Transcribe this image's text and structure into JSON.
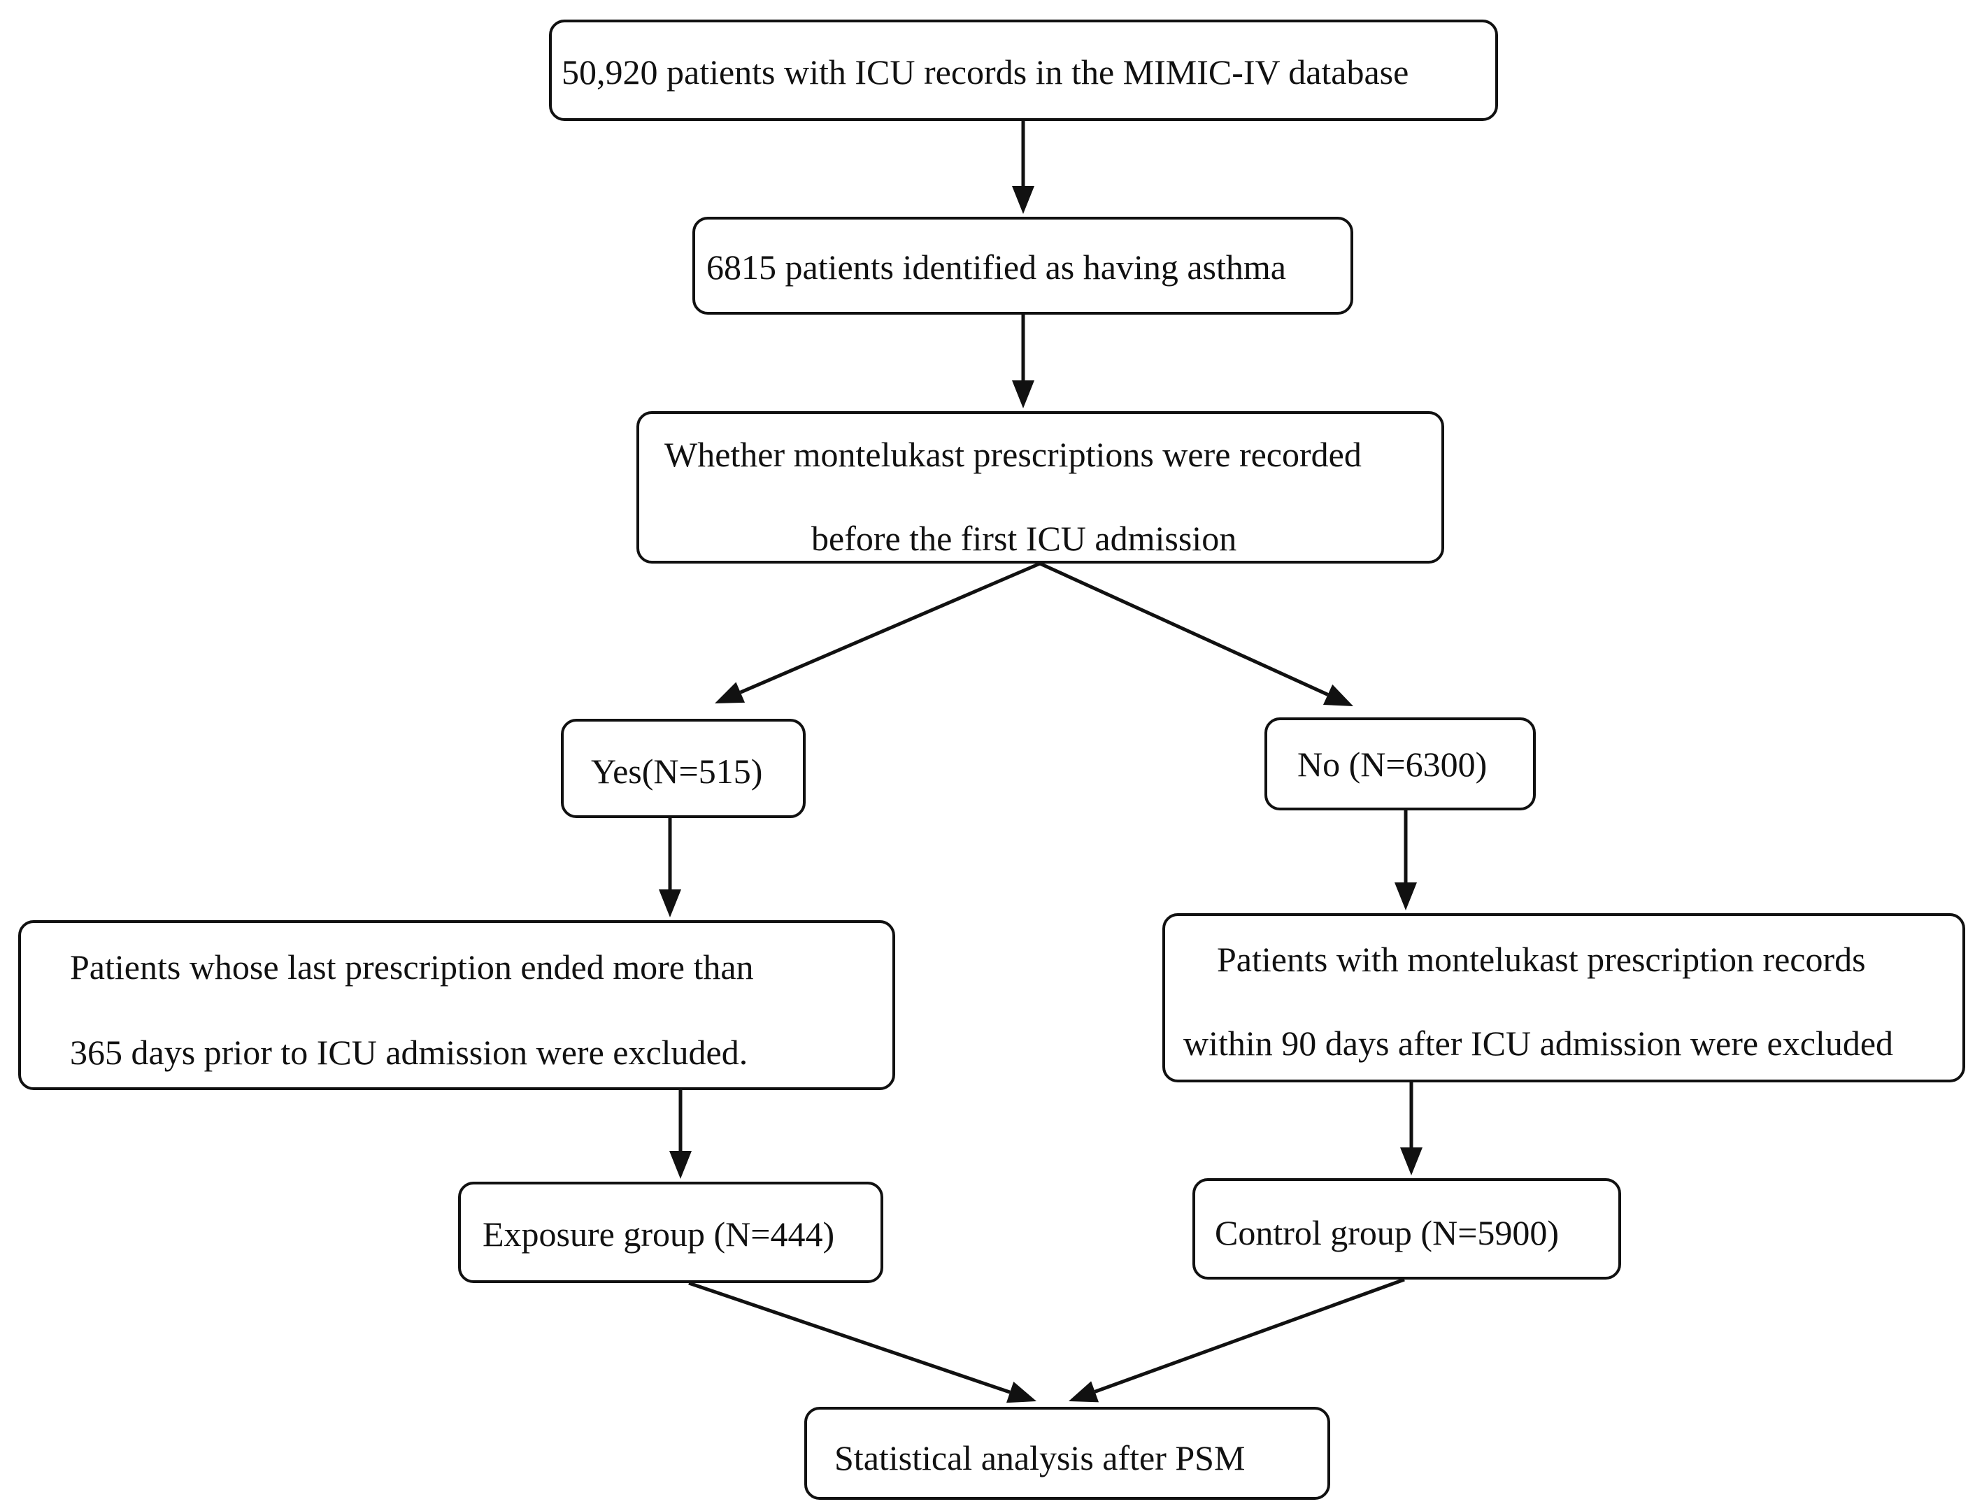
{
  "colors": {
    "stroke": "#111111",
    "background": "#ffffff",
    "text": "#111111"
  },
  "nodes": {
    "mimic": {
      "text": "50,920 patients with ICU records in the MIMIC-IV database"
    },
    "asthma": {
      "text": "6815 patients identified as having asthma"
    },
    "question": {
      "line1": "Whether montelukast prescriptions were recorded",
      "line2": "before the first ICU admission"
    },
    "yes": {
      "text": "Yes(N=515)"
    },
    "no": {
      "text": "No (N=6300)"
    },
    "exclude_yes": {
      "line1": "Patients whose last prescription ended more than",
      "line2": "365 days prior to ICU admission were excluded."
    },
    "exclude_no": {
      "line1": "Patients with montelukast prescription records",
      "line2": "within 90 days after ICU admission were excluded"
    },
    "exposure": {
      "text": "Exposure group (N=444)"
    },
    "control": {
      "text": "Control group (N=5900)"
    },
    "analysis": {
      "text": "Statistical analysis after PSM"
    }
  }
}
